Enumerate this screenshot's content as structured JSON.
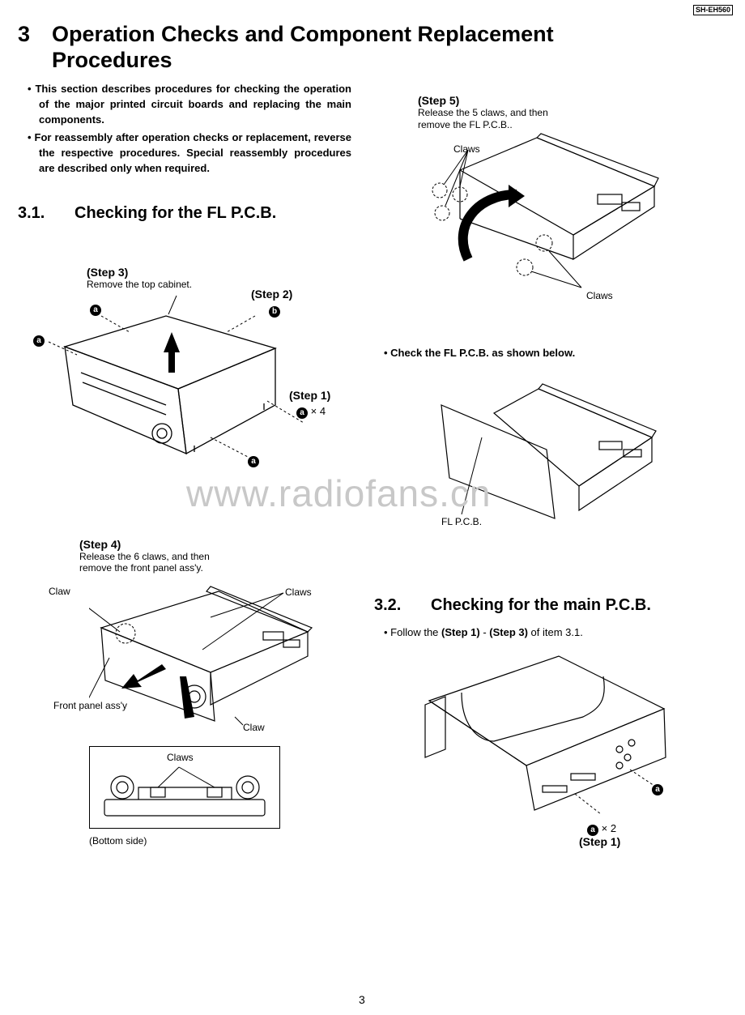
{
  "model_code": "SH-EH560",
  "section": {
    "number": "3",
    "title_line1": "Operation Checks and Component Replacement",
    "title_line2": "Procedures"
  },
  "intro_bullets": [
    "• This section describes procedures for checking the operation of the major printed circuit boards and replacing the main components.",
    "• For reassembly after operation checks or replacement, reverse the respective procedures. Special reassembly procedures are described only when required."
  ],
  "sub1": {
    "number": "3.1.",
    "title": "Checking for the FL P.C.B."
  },
  "fig1": {
    "step3_title": "(Step 3)",
    "step3_text": "Remove the top cabinet.",
    "step2_title": "(Step 2)",
    "step1_title": "(Step 1)",
    "step1_qty": "× 4",
    "mark_a": "a",
    "mark_b": "b"
  },
  "fig_step5": {
    "title": "(Step 5)",
    "line1": "Release the 5 claws, and then",
    "line2": "remove the FL P.C.B..",
    "label_claws_top": "Claws",
    "label_claws_bottom": "Claws"
  },
  "check_fl": {
    "text": "• Check the FL P.C.B. as shown below.",
    "label": "FL P.C.B."
  },
  "fig_step4": {
    "title": "(Step 4)",
    "line1": "Release the 6 claws, and then",
    "line2": "remove the front panel ass'y.",
    "label_claw_left": "Claw",
    "label_claws_right": "Claws",
    "label_front_panel": "Front panel ass'y",
    "label_claw_bottom": "Claw",
    "inset_claws": "Claws",
    "inset_caption": "(Bottom side)"
  },
  "sub2": {
    "number": "3.2.",
    "title": "Checking for the main P.C.B.",
    "follow_prefix": "• Follow the ",
    "follow_step1": "(Step 1)",
    "follow_dash": " - ",
    "follow_step3": "(Step 3)",
    "follow_suffix": " of item 3.1."
  },
  "fig_main": {
    "qty": "× 2",
    "step1_title": "(Step 1)",
    "mark_a": "a"
  },
  "watermark": "www.radiofans.cn",
  "page_number": "3"
}
